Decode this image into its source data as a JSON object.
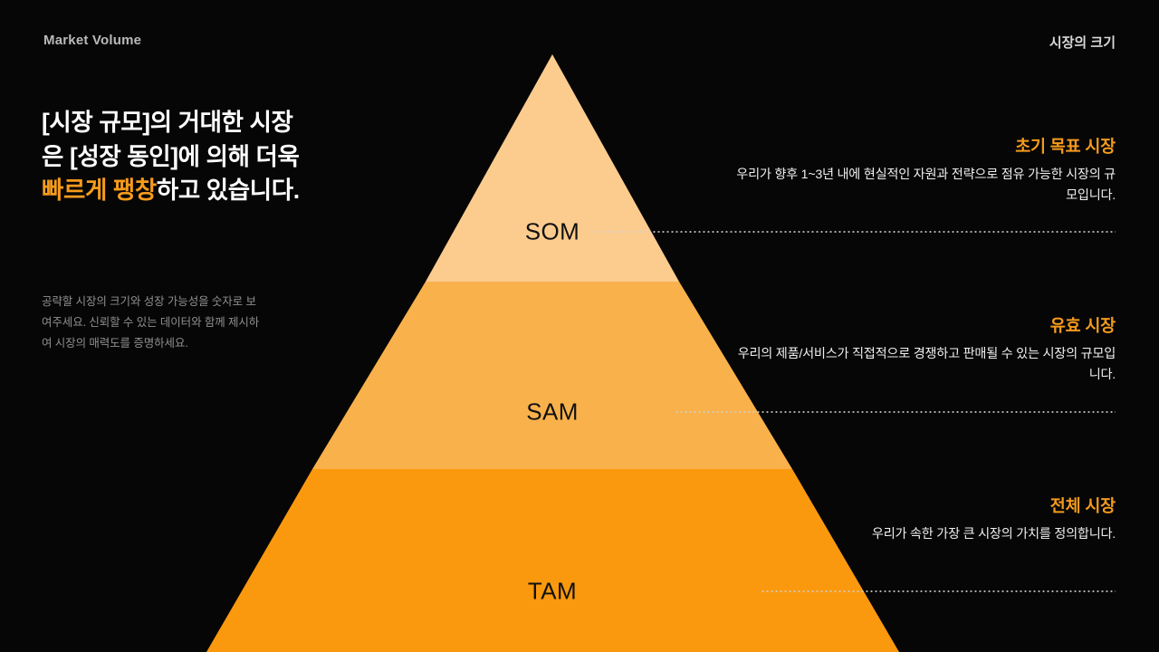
{
  "header": {
    "eyebrow": "Market Volume",
    "corner_label": "시장의 크기"
  },
  "left": {
    "headline_part1": " [시장 규모]의 거대한 시장은 [성장 동인]에 의해 더욱 ",
    "headline_highlight": "빠르게 팽창",
    "headline_part2": "하고 있습니다.",
    "lead": "공략할 시장의 크기와 성장 가능성을 숫자로 보여주세요. 신뢰할 수 있는 데이터와 함께 제시하여 시장의 매력도를 증명하세요."
  },
  "pyramid": {
    "tiers": [
      {
        "key": "som",
        "label": "SOM",
        "color": "#FCCC8E"
      },
      {
        "key": "sam",
        "label": "SAM",
        "color": "#F9B14B"
      },
      {
        "key": "tam",
        "label": "TAM",
        "color": "#FB990E"
      }
    ]
  },
  "callouts": [
    {
      "key": "som",
      "title": "초기 목표 시장",
      "body": "우리가 향후 1~3년 내에 현실적인 자원과 전략으로 점유 가능한 시장의 규모입니다."
    },
    {
      "key": "sam",
      "title": "유효 시장",
      "body": "우리의 제품/서비스가 직접적으로 경쟁하고 판매될 수 있는 시장의 규모입니다."
    },
    {
      "key": "tam",
      "title": "전체 시장",
      "body": "우리가 속한 가장 큰 시장의 가치를 정의합니다."
    }
  ],
  "theme": {
    "background": "#060606",
    "accent": "#F59B1C",
    "text_primary": "#FFFFFF",
    "text_muted": "#8F8F8F",
    "tier_label_color": "#111111"
  }
}
